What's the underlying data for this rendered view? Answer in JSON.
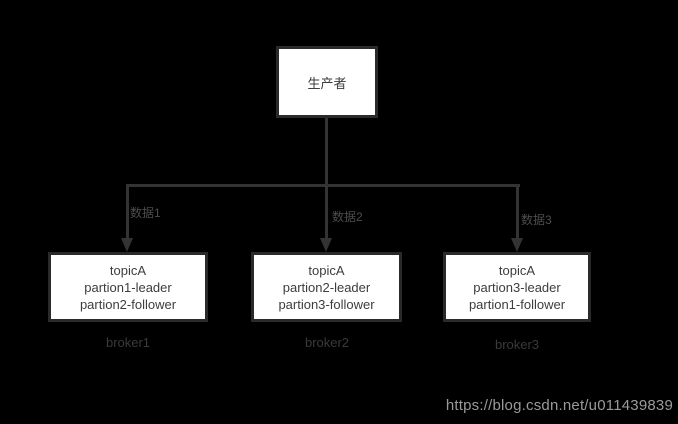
{
  "producer": {
    "label": "生产者"
  },
  "arrows": [
    {
      "label": "数据1"
    },
    {
      "label": "数据2"
    },
    {
      "label": "数据3"
    }
  ],
  "brokers": [
    {
      "name": "broker1",
      "lines": [
        "topicA",
        "partion1-leader",
        "partion2-follower"
      ]
    },
    {
      "name": "broker2",
      "lines": [
        "topicA",
        "partion2-leader",
        "partion3-follower"
      ]
    },
    {
      "name": "broker3",
      "lines": [
        "topicA",
        "partion3-leader",
        "partion1-follower"
      ]
    }
  ],
  "watermark": {
    "text": "https://blog.csdn.net/u011439839"
  },
  "colors": {
    "background": "#000000",
    "box_fill": "#ffffff",
    "box_border": "#2a2a2a",
    "connector_line": "#333333",
    "arrow_label_text": "#4d4d4d",
    "box_text": "#3d3d3d",
    "broker_label_text": "#3a3a3a",
    "watermark_text": "#9a9a9a"
  }
}
